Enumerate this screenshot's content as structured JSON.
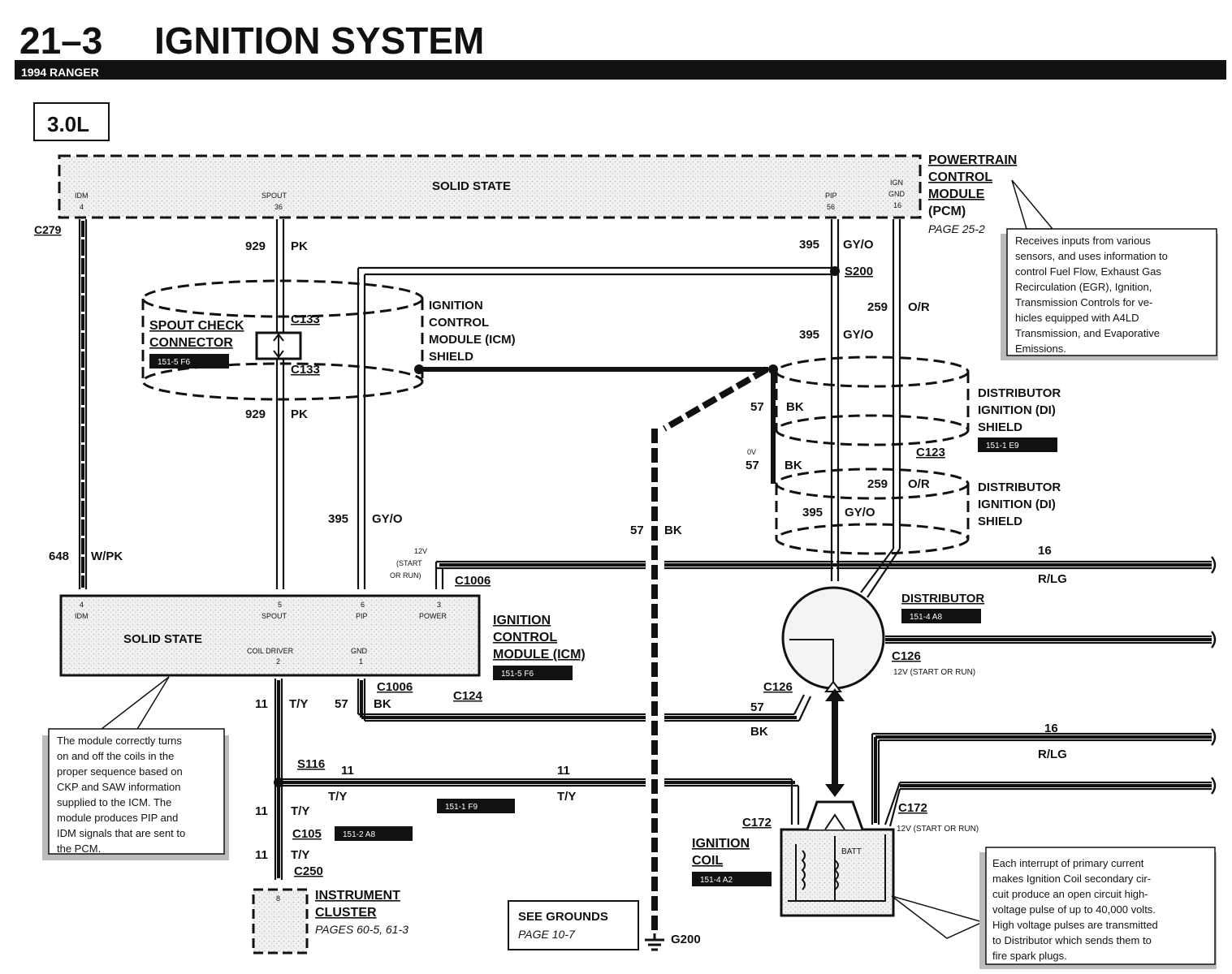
{
  "header": {
    "page_number": "21–3",
    "title": "IGNITION SYSTEM",
    "model": "1994 RANGER",
    "engine": "3.0L"
  },
  "pcm": {
    "label_solid_state": "SOLID STATE",
    "pin_idm": "IDM",
    "pin_idm_num": "4",
    "pin_spout": "SPOUT",
    "pin_spout_num": "36",
    "pin_pip": "PIP",
    "pin_pip_num": "56",
    "pin_ign": "IGN",
    "pin_gnd": "GND",
    "pin_gnd_num": "16",
    "name_line1": "POWERTRAIN",
    "name_line2": "CONTROL",
    "name_line3": "MODULE",
    "name_line4": "(PCM)",
    "page_ref": "PAGE 25-2",
    "note": [
      "Receives inputs from various",
      "sensors, and uses information to",
      "control Fuel Flow, Exhaust Gas",
      "Recirculation (EGR), Ignition,",
      "Transmission Controls for ve-",
      "hicles equipped with A4LD",
      "Transmission, and Evaporative",
      "Emissions."
    ]
  },
  "icm": {
    "label_solid_state": "SOLID STATE",
    "pin_idm": "IDM",
    "pin_idm_num": "4",
    "pin_spout": "SPOUT",
    "pin_spout_num": "5",
    "pin_pip": "PIP",
    "pin_pip_num": "6",
    "pin_power": "POWER",
    "pin_power_num": "3",
    "pin_coil": "COIL DRIVER",
    "pin_coil_num": "2",
    "pin_gnd": "GND",
    "pin_gnd_num": "1",
    "name_line1": "IGNITION",
    "name_line2": "CONTROL",
    "name_line3": "MODULE (ICM)",
    "ref": "151-5 F6",
    "note": [
      "The module correctly turns",
      "on and off the coils in the",
      "proper sequence based on",
      "CKP and SAW information",
      "supplied to the ICM. The",
      "module produces PIP and",
      "IDM signals that are sent to",
      "the PCM."
    ]
  },
  "icm_shield": {
    "line1": "IGNITION",
    "line2": "CONTROL",
    "line3": "MODULE (ICM)",
    "line4": "SHIELD"
  },
  "spout": {
    "line1": "SPOUT CHECK",
    "line2": "CONNECTOR",
    "ref": "151-5 F6",
    "conn_top": "C133",
    "conn_bottom": "C133"
  },
  "distributor": {
    "name": "DISTRIBUTOR",
    "ref": "151-4 A8",
    "shield_top_1": "DISTRIBUTOR",
    "shield_top_2": "IGNITION (DI)",
    "shield_top_3": "SHIELD",
    "shield_top_ref": "151-1 E9",
    "shield_bot_1": "DISTRIBUTOR",
    "shield_bot_2": "IGNITION (DI)",
    "shield_bot_3": "SHIELD",
    "conn_c123": "C123",
    "conn_c126_r": "C126",
    "c126_note": "12V (START OR RUN)",
    "conn_c126_l": "C126"
  },
  "coil": {
    "line1": "IGNITION",
    "line2": "COIL",
    "ref": "151-4 A2",
    "batt": "BATT",
    "conn_l": "C172",
    "conn_r": "C172",
    "c172_note": "12V (START OR RUN)",
    "note": [
      "Each interrupt of primary current",
      "makes Ignition Coil secondary cir-",
      "cuit produce an open circuit high-",
      "voltage pulse of up to 40,000 volts.",
      "High voltage pulses are transmitted",
      "to Distributor which sends them to",
      "fire spark plugs."
    ]
  },
  "cluster": {
    "line1": "INSTRUMENT",
    "line2": "CLUSTER",
    "pin": "8",
    "pages": "PAGES 60-5, 61-3"
  },
  "grounds": {
    "line1": "SEE GROUNDS",
    "line2": "PAGE 10-7",
    "g200": "G200"
  },
  "wires": {
    "c279": "C279",
    "w929_top": "929",
    "pk_top": "PK",
    "w929_bot": "929",
    "pk_bot": "PK",
    "w395_pcm": "395",
    "gyo_pcm": "GY/O",
    "s200": "S200",
    "w259_a": "259",
    "or_a": "O/R",
    "w395_b": "395",
    "gyo_b": "GY/O",
    "w57_a": "57",
    "bk_a": "BK",
    "ow": "0V",
    "w57_b": "57",
    "bk_b": "BK",
    "w259_c": "259",
    "or_c": "O/R",
    "w395_c": "395",
    "gyo_c": "GY/O",
    "w395_icm": "395",
    "gyo_icm": "GY/O",
    "w57_g": "57",
    "bk_g": "BK",
    "w648": "648",
    "wpk": "W/PK",
    "v12": "12V",
    "start": "(START",
    "orrun": "OR RUN)",
    "c1006_top": "C1006",
    "w16_top": "16",
    "rlg_top": "R/LG",
    "c1006_bot": "C1006",
    "w11_a": "11",
    "ty_a": "T/Y",
    "w57_c": "57",
    "bk_c": "BK",
    "c124": "C124",
    "w57_d": "57",
    "bk_d": "BK",
    "s116": "S116",
    "w11_b": "11",
    "ty_b": "T/Y",
    "w11_c": "11",
    "ty_c": "T/Y",
    "ref_151_1_f9": "151-1 F9",
    "w11_d": "11",
    "ty_d": "T/Y",
    "c105": "C105",
    "ref_151_2_a8": "151-2 A8",
    "w11_e": "11",
    "ty_e": "T/Y",
    "c250": "C250",
    "w16_bot": "16",
    "rlg_bot": "R/LG"
  }
}
